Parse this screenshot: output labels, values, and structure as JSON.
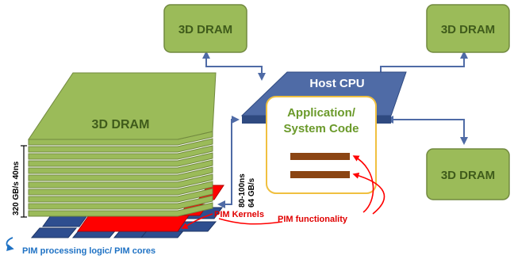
{
  "labels": {
    "dram_top_left": "3D DRAM",
    "dram_top_right": "3D DRAM",
    "dram_bottom_right": "3D DRAM",
    "dram_stack": "3D DRAM",
    "host_cpu": "Host CPU",
    "app_code_line1": "Application/",
    "app_code_line2": "System Code",
    "link_latency": "80-100ns",
    "link_bandwidth": "64 GB/s",
    "stack_bandwidth_latency": "320 GB/s 40ns",
    "pim_kernels": "PIM Kernels",
    "pim_functionality": "PIM functionality",
    "pim_processing_logic": "PIM processing logic/ PIM cores"
  },
  "colors": {
    "dram_fill": "#9bbb59",
    "dram_stroke": "#71893f",
    "dram_text": "#3f5b1b",
    "cpu_fill": "#4f6ba6",
    "cpu_stroke": "#2f4a80",
    "app_box_stroke": "#f0c040",
    "app_text": "#6b9a2b",
    "code_block": "#8b4513",
    "arrow_blue": "#4f6ba6",
    "pim_red": "#ff0000",
    "pim_label_red": "#e00000",
    "logic_layer": "#2e4e8f",
    "logic_label_blue": "#1f72c4"
  }
}
